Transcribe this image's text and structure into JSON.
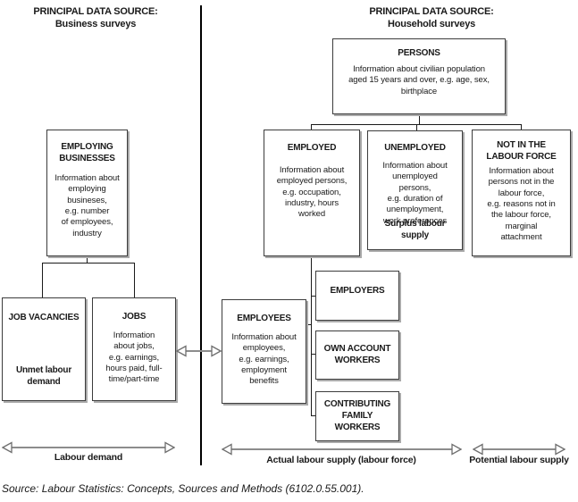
{
  "header_left": {
    "line1": "PRINCIPAL DATA SOURCE:",
    "line2": "Business surveys"
  },
  "header_right": {
    "line1": "PRINCIPAL DATA SOURCE:",
    "line2": "Household surveys"
  },
  "boxes": {
    "persons": {
      "title": "PERSONS",
      "body": "Information about civilian population\naged 15 years and over, e.g. age, sex,\nbirthplace"
    },
    "employing_businesses": {
      "title": "EMPLOYING\nBUSINESSES",
      "body": "Information about\nemploying\nbusineses,\ne.g. number\nof employees,\nindustry"
    },
    "employed": {
      "title": "EMPLOYED",
      "body": "Information about\nemployed persons,\ne.g. occupation,\nindustry, hours\nworked"
    },
    "unemployed": {
      "title": "UNEMPLOYED",
      "body": "Information about\nunemployed\npersons,\ne.g. duration of\nunemployment,\nwork preferences",
      "footer": "Surplus labour\nsupply"
    },
    "not_in_labour_force": {
      "title": "NOT IN THE\nLABOUR FORCE",
      "body": "Information about\npersons not in the\nlabour force,\ne.g. reasons not in\nthe labour force,\nmarginal\nattachment"
    },
    "job_vacancies": {
      "title": "JOB VACANCIES",
      "footer": "Unmet labour\ndemand"
    },
    "jobs": {
      "title": "JOBS",
      "body": "Information\nabout jobs,\ne.g. earnings,\nhours paid, full-\ntime/part-time"
    },
    "employees": {
      "title": "EMPLOYEES",
      "body": "Information about\nemployees,\ne.g. earnings,\nemployment\nbenefits"
    },
    "employers": {
      "title": "EMPLOYERS"
    },
    "own_account_workers": {
      "title": "OWN ACCOUNT\nWORKERS"
    },
    "contributing_family_workers": {
      "title": "CONTRIBUTING\nFAMILY\nWORKERS"
    }
  },
  "axis_labels": {
    "labour_demand": "Labour demand",
    "actual_labour_supply": "Actual labour supply (labour force)",
    "potential_labour_supply": "Potential labour supply"
  },
  "source_note": "Source: Labour Statistics: Concepts, Sources and Methods (6102.0.55.001).",
  "colors": {
    "divider": "#000000",
    "connector": "#1a1a1a",
    "arrow_shaft": "#8c8c8c",
    "arrow_head_stroke": "#6e6e6e",
    "box_border": "#3c3c3c",
    "box_shadow": "#aaaaaa",
    "text": "#1a1a1a"
  }
}
